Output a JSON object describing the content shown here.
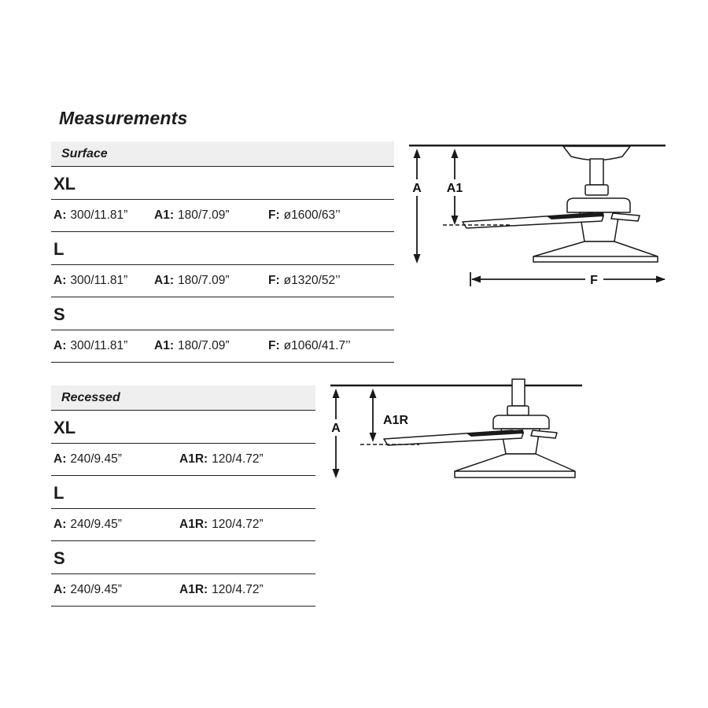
{
  "page": {
    "title": "Measurements"
  },
  "colors": {
    "header_bg": "#efefef",
    "diagram_line": "#1a1a1a",
    "text": "#1c1c1c"
  },
  "surface": {
    "header": "Surface",
    "rows": [
      {
        "size": "XL",
        "specs": [
          {
            "label": "A:",
            "value": "300/11.81”"
          },
          {
            "label": "A1:",
            "value": "180/7.09”"
          },
          {
            "label": "F:",
            "value": "ø1600/63’’"
          }
        ]
      },
      {
        "size": "L",
        "specs": [
          {
            "label": "A:",
            "value": "300/11.81”"
          },
          {
            "label": "A1:",
            "value": "180/7.09”"
          },
          {
            "label": "F:",
            "value": "ø1320/52’’"
          }
        ]
      },
      {
        "size": "S",
        "specs": [
          {
            "label": "A:",
            "value": "300/11.81”"
          },
          {
            "label": "A1:",
            "value": "180/7.09”"
          },
          {
            "label": "F:",
            "value": "ø1060/41.7’’"
          }
        ]
      }
    ],
    "diagram": {
      "label_a": "A",
      "label_a1": "A1",
      "label_f": "F"
    }
  },
  "recessed": {
    "header": "Recessed",
    "rows": [
      {
        "size": "XL",
        "specs": [
          {
            "label": "A:",
            "value": "240/9.45”"
          },
          {
            "label": "A1R:",
            "value": "120/4.72”"
          }
        ]
      },
      {
        "size": "L",
        "specs": [
          {
            "label": "A:",
            "value": "240/9.45”"
          },
          {
            "label": "A1R:",
            "value": "120/4.72”"
          }
        ]
      },
      {
        "size": "S",
        "specs": [
          {
            "label": "A:",
            "value": "240/9.45”"
          },
          {
            "label": "A1R:",
            "value": "120/4.72”"
          }
        ]
      }
    ],
    "diagram": {
      "label_a": "A",
      "label_a1r": "A1R"
    }
  }
}
